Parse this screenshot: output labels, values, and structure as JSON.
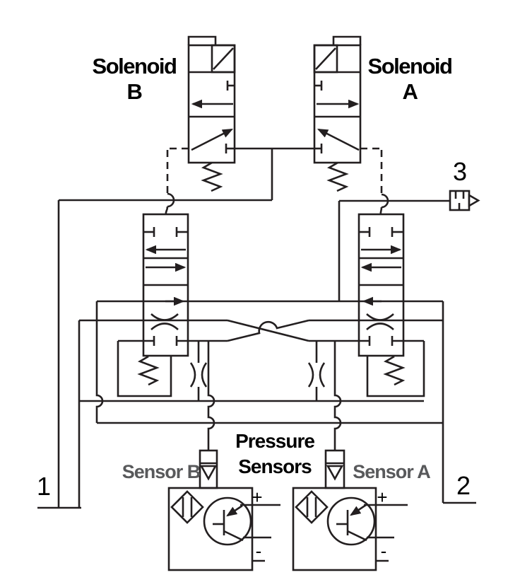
{
  "diagram": {
    "type": "pneumatic-circuit-diagram",
    "solenoid_b": {
      "line1": "Solenoid",
      "line2": "B"
    },
    "solenoid_a": {
      "line1": "Solenoid",
      "line2": "A"
    },
    "ports": {
      "p1": "1",
      "p2": "2",
      "p3": "3"
    },
    "pressure_sensors_title": {
      "line1": "Pressure",
      "line2": "Sensors"
    },
    "sensor_b_label": "Sensor B",
    "sensor_a_label": "Sensor A",
    "sensor_terminals": {
      "plus": "+",
      "minus": "-"
    },
    "icons": {
      "solenoid_coil": "solenoid-coil-icon",
      "spring": "spring-return-icon",
      "muffler": "exhaust-muffler-icon",
      "restrictor": "flow-restrictor-icon",
      "pressure_switch": "pressure-switch-diamond-icon",
      "transistor": "transistor-output-icon"
    },
    "colors": {
      "line": "#231f20",
      "label": "#000000",
      "sensor_label": "#58595b",
      "background": "#ffffff"
    }
  }
}
